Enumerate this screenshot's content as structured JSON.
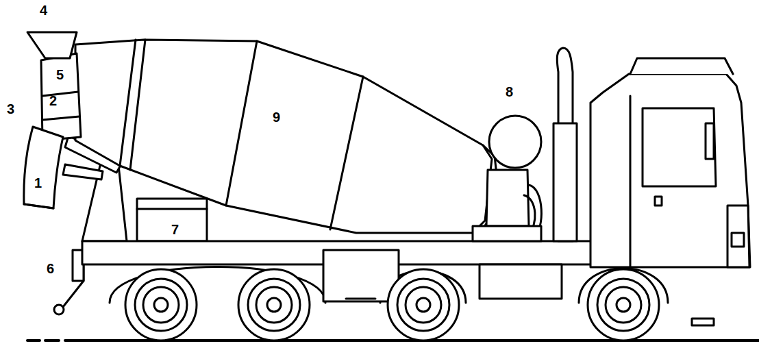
{
  "diagram": {
    "labels": [
      "4",
      "5",
      "8",
      "2",
      "3",
      "9",
      "1",
      "7",
      "6"
    ]
  }
}
